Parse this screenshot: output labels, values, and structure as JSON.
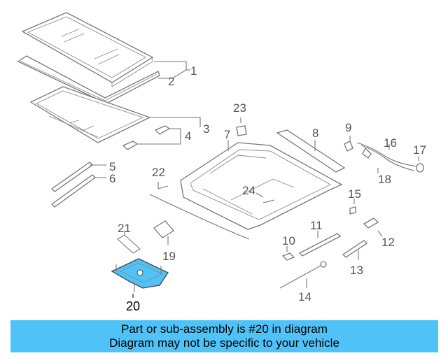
{
  "diagram": {
    "callouts": [
      "1",
      "2",
      "3",
      "4",
      "5",
      "6",
      "7",
      "8",
      "9",
      "10",
      "11",
      "12",
      "13",
      "14",
      "15",
      "16",
      "17",
      "18",
      "19",
      "20",
      "21",
      "22",
      "23",
      "24"
    ],
    "highlighted_callout": "20",
    "highlight_color": "#4fc3f7"
  },
  "banner": {
    "line1": "Part or sub-assembly is #20 in diagram",
    "line2": "Diagram may not be specific to your vehicle",
    "color": "#4fc3f7"
  }
}
